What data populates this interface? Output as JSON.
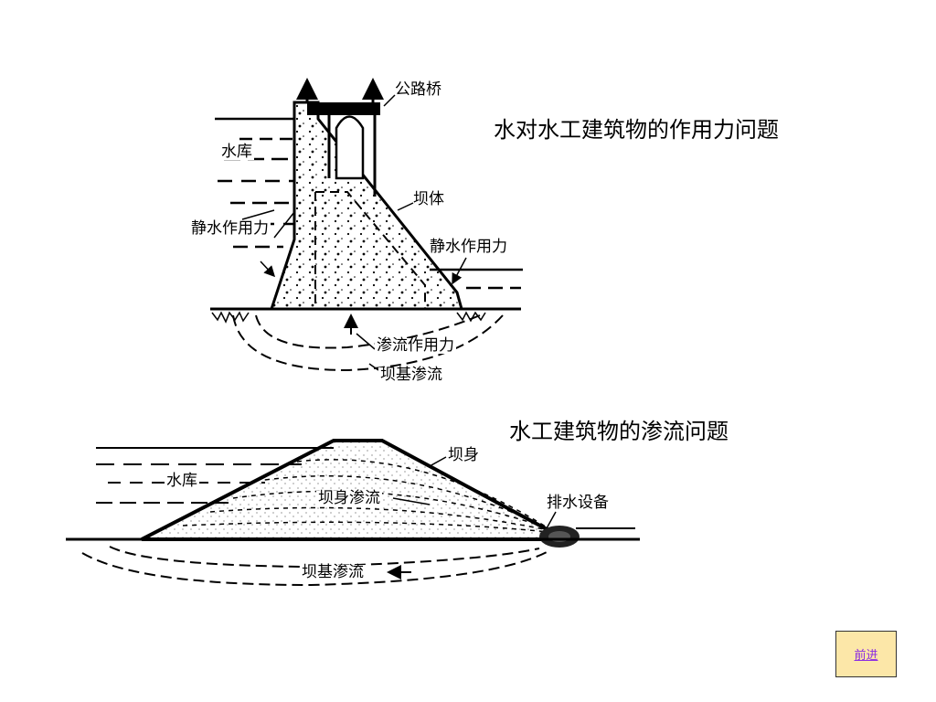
{
  "upper_diagram": {
    "title": "水对水工建筑物的作用力问题",
    "labels": {
      "bridge": "公路桥",
      "reservoir": "水库",
      "dam_body": "坝体",
      "static_force_left": "静水作用力",
      "static_force_right": "静水作用力",
      "seepage_force": "渗流作用力",
      "foundation_seepage": "坝基渗流"
    }
  },
  "lower_diagram": {
    "title": "水工建筑物的渗流问题",
    "labels": {
      "dam_body": "坝身",
      "reservoir": "水库",
      "dam_seepage": "坝身渗流",
      "drainage": "排水设备",
      "foundation_seepage": "坝基渗流"
    }
  },
  "nav": {
    "next_label": "前进"
  }
}
